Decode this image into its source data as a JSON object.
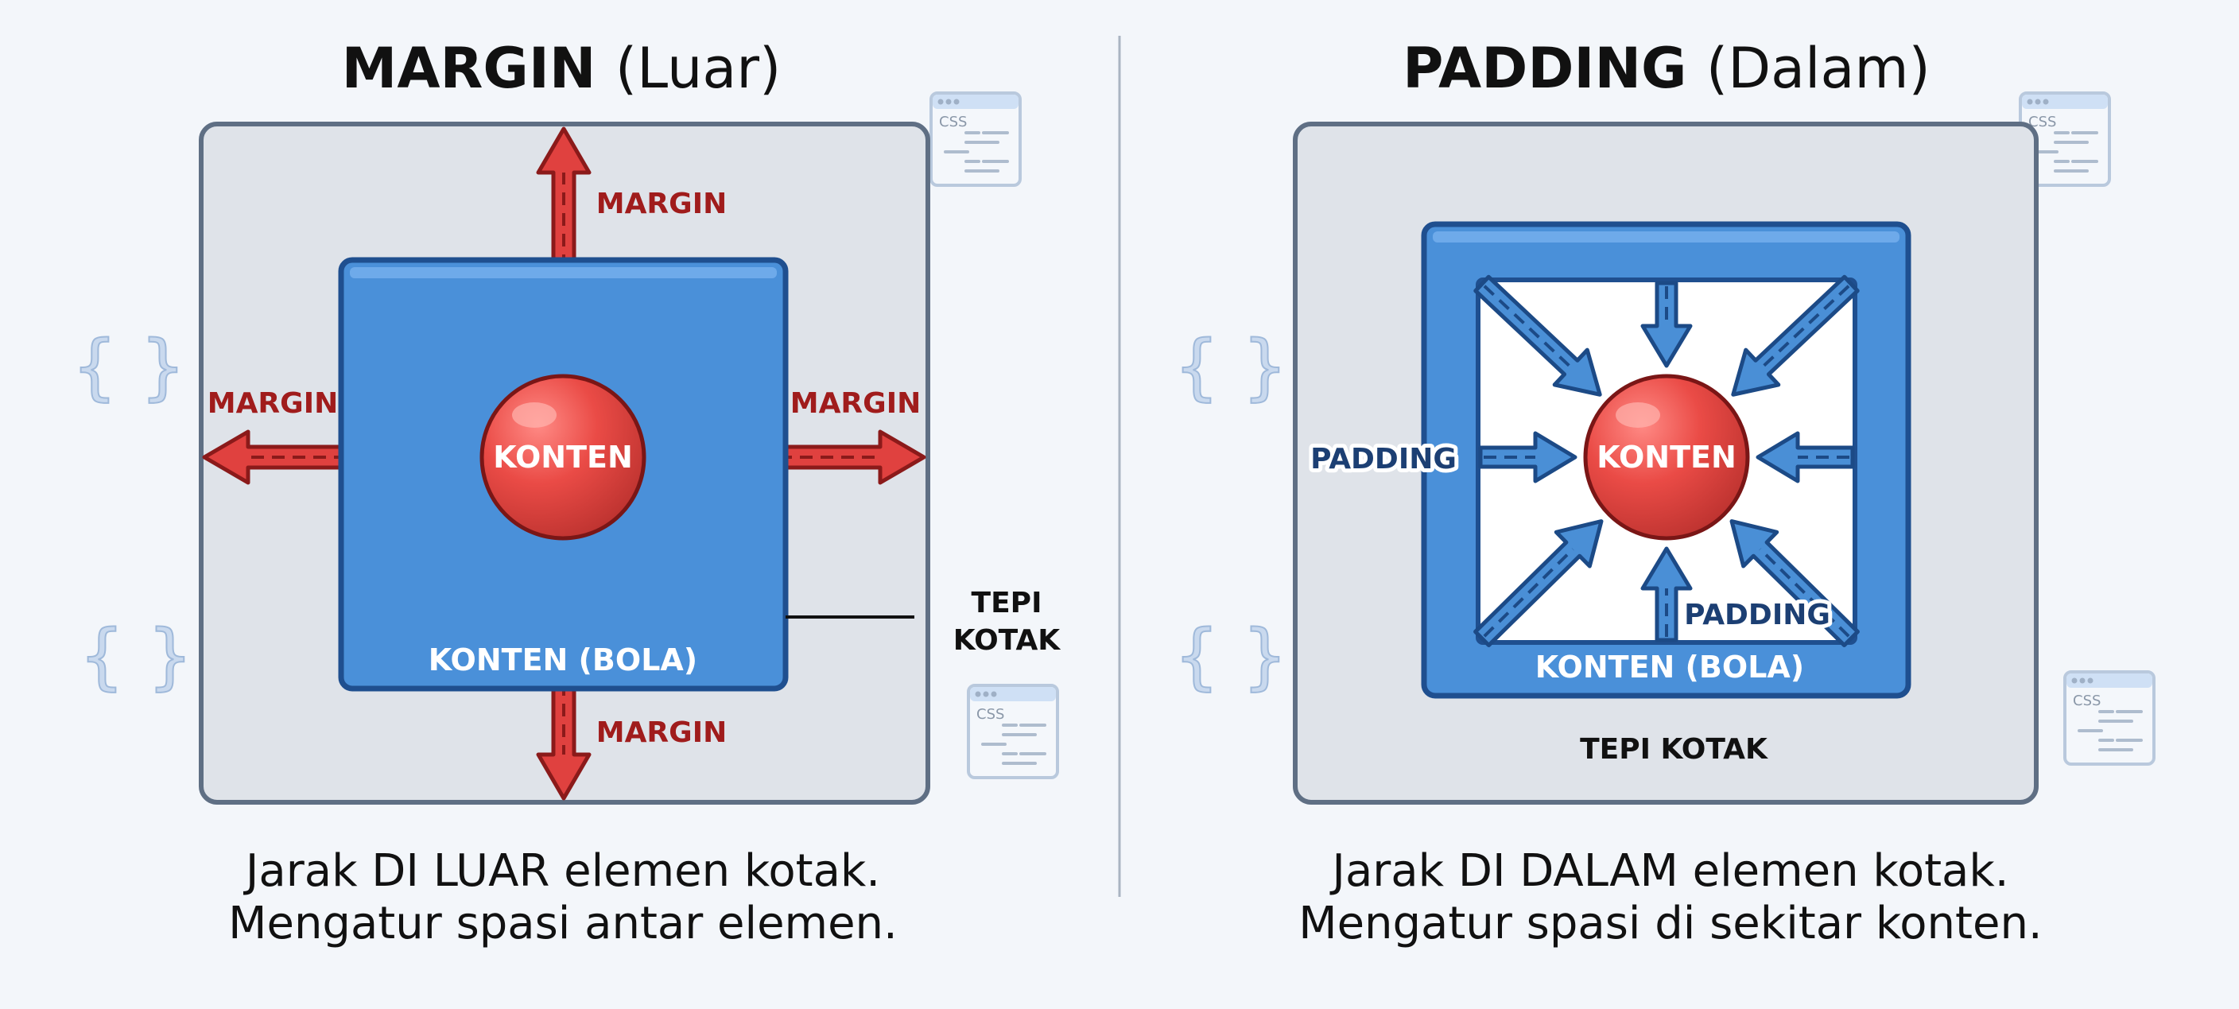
{
  "margin_panel": {
    "title_bold": "MARGIN",
    "title_light": "(Luar)",
    "arrow_label_top": "MARGIN",
    "arrow_label_left": "MARGIN",
    "arrow_label_right": "MARGIN",
    "arrow_label_bottom": "MARGIN",
    "ball_label": "KONTEN",
    "box_label": "KONTEN (BOLA)",
    "edge_label_line1": "TEPI",
    "edge_label_line2": "KOTAK",
    "caption_line1": "Jarak DI LUAR elemen kotak.",
    "caption_line2": "Mengatur spasi antar elemen."
  },
  "padding_panel": {
    "title_bold": "PADDING",
    "title_light": "(Dalam)",
    "arrow_label_left": "PADDING",
    "arrow_label_bottom": "PADDING",
    "ball_label": "KONTEN",
    "box_label": "KONTEN (BOLA)",
    "edge_label": "TEPI KOTAK",
    "caption_line1": "Jarak DI DALAM elemen kotak.",
    "caption_line2": "Mengatur spasi di sekitar konten."
  },
  "decor": {
    "css_icon_text": "CSS",
    "brace_text": "{ }"
  },
  "colors": {
    "background": "#f3f6fa",
    "outer_box": "#dfe3e9",
    "blue_box": "#4a90d9",
    "ball": "#e84a46",
    "margin_arrow": "#e0413f",
    "padding_arrow": "#4a8fd6"
  }
}
